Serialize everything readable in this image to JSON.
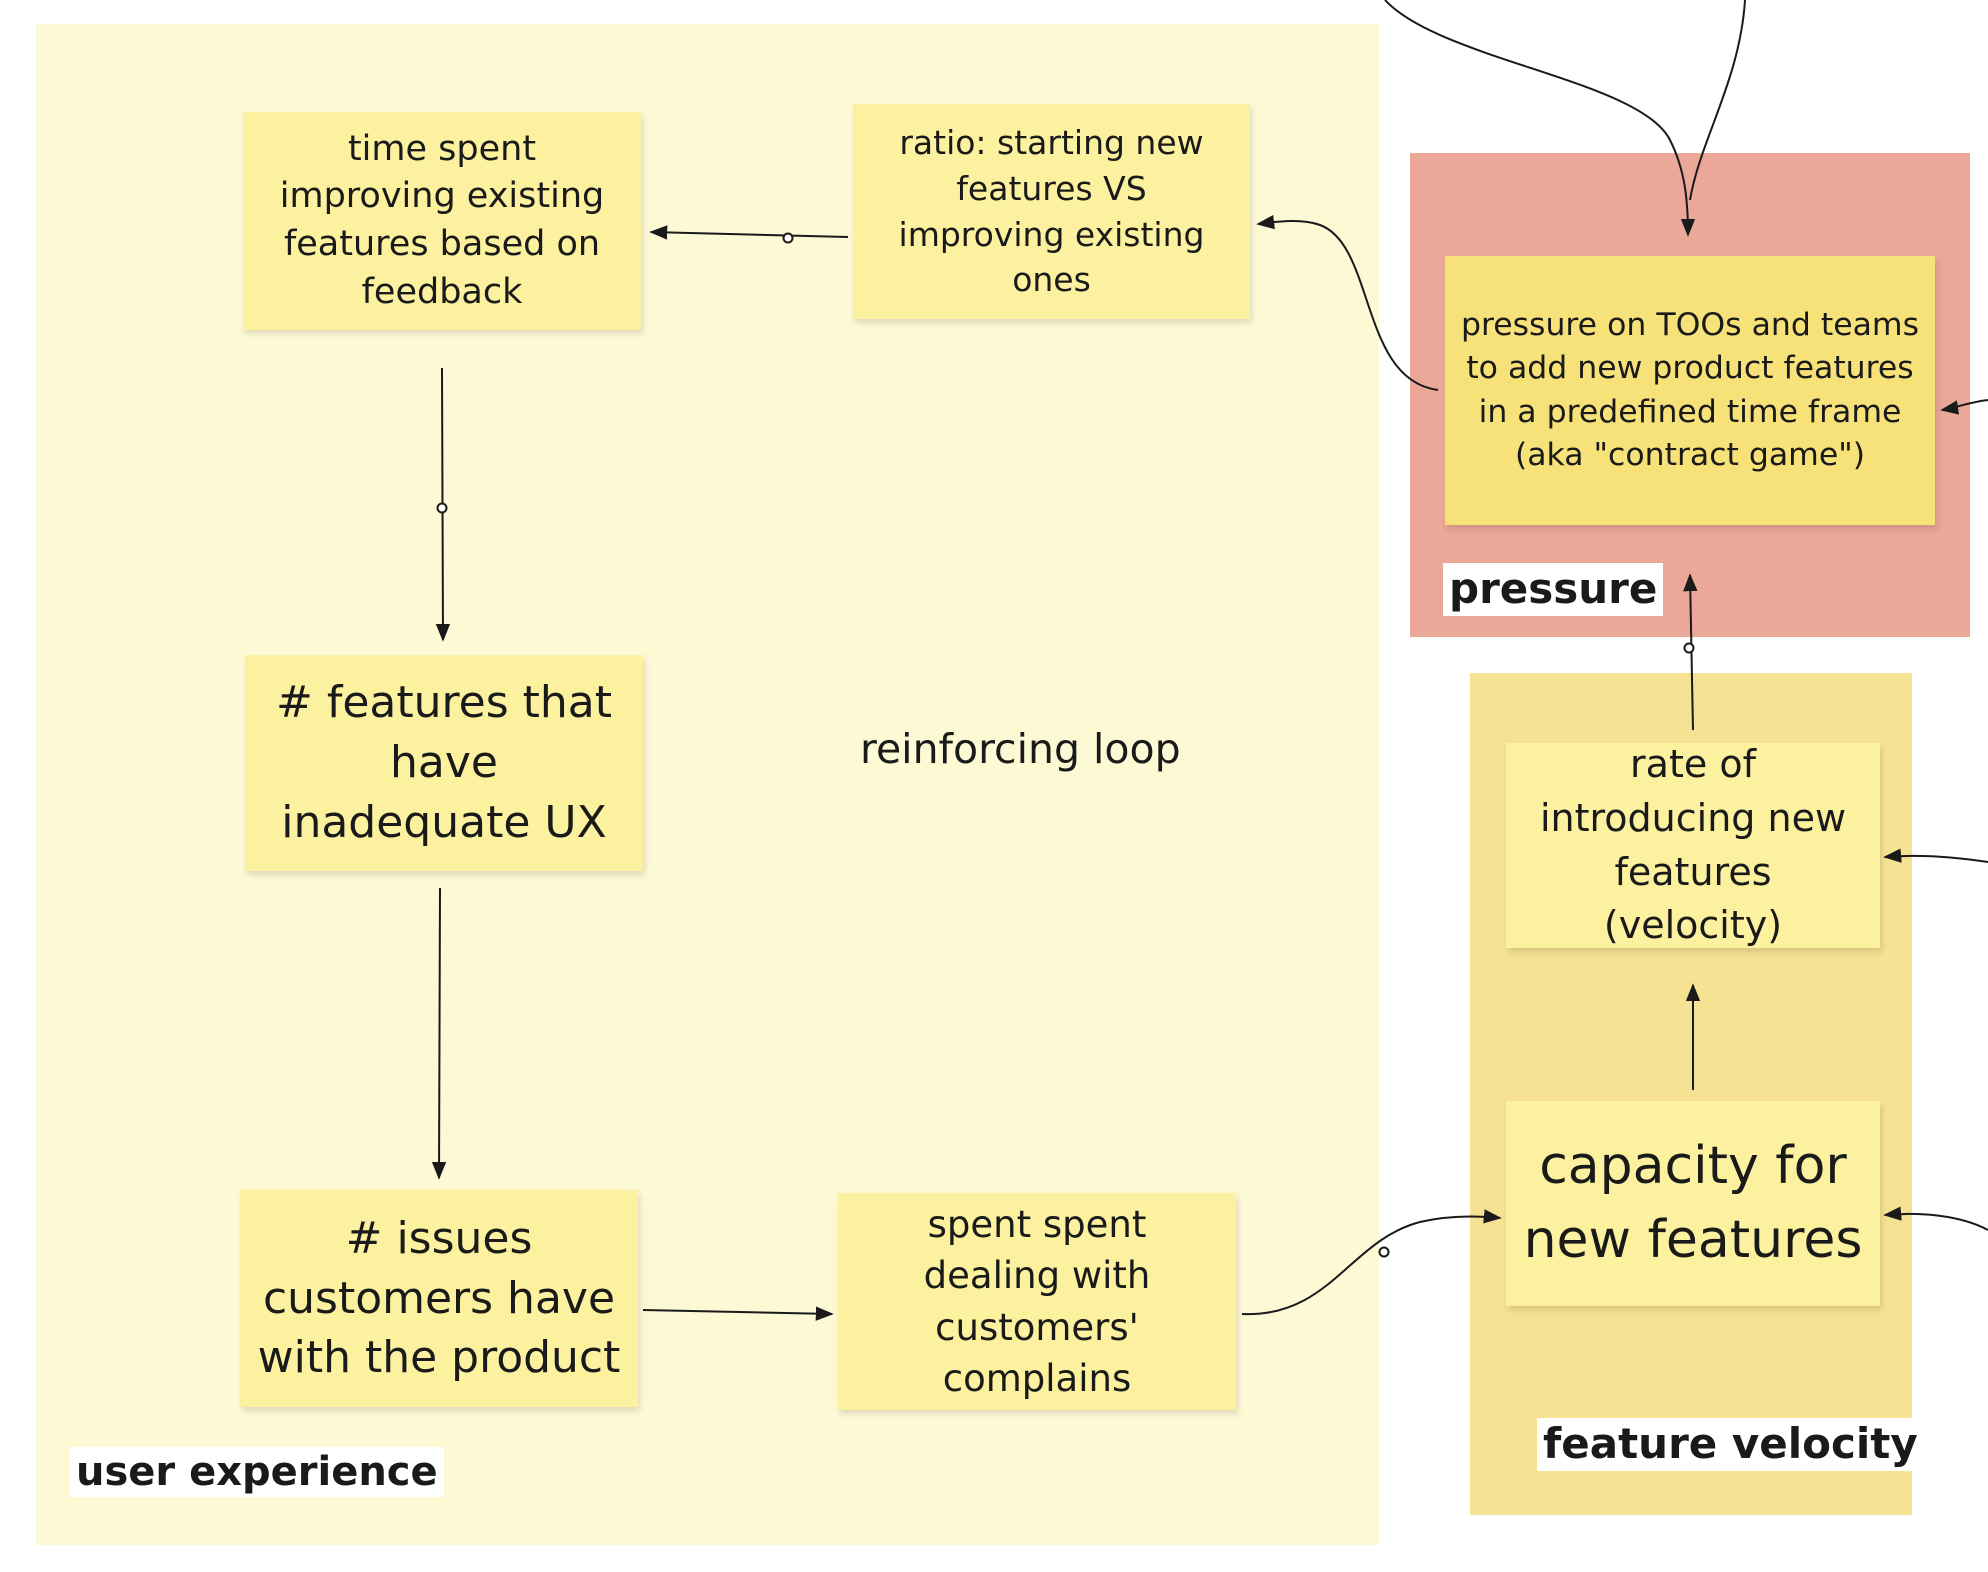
{
  "frames": {
    "user_experience": {
      "label": "user experience",
      "color": "#fdf9d5"
    },
    "pressure": {
      "label": "pressure",
      "color": "#eba798"
    },
    "feature_velocity": {
      "label": "feature velocity",
      "color": "#f6e293"
    }
  },
  "loop_label": "reinforcing loop",
  "notes": {
    "time_spent": "time spent improving existing features based on feedback",
    "ratio": "ratio: starting new features VS improving existing ones",
    "features_ux": "# features that have inadequate UX",
    "issues": "# issues customers have with the product",
    "spent_dealing": "spent spent dealing with customers' complains",
    "pressure_note": "pressure on TOOs and teams to add new product features in a predefined time frame (aka \"contract game\")",
    "rate": "rate of introducing new features (velocity)",
    "capacity": "capacity for new features"
  },
  "note_colors": {
    "light": "#fbf19e",
    "dark": "#f7e27a"
  },
  "edges": [
    {
      "name": "ratio-to-time-spent",
      "from": "ratio",
      "to": "time_spent",
      "polarity": "o"
    },
    {
      "name": "time-spent-to-features-ux",
      "from": "time_spent",
      "to": "features_ux",
      "polarity": "o"
    },
    {
      "name": "features-ux-to-issues",
      "from": "features_ux",
      "to": "issues",
      "polarity": ""
    },
    {
      "name": "issues-to-spent-dealing",
      "from": "issues",
      "to": "spent_dealing",
      "polarity": ""
    },
    {
      "name": "spent-dealing-to-capacity",
      "from": "spent_dealing",
      "to": "capacity",
      "polarity": "o"
    },
    {
      "name": "capacity-to-rate",
      "from": "capacity",
      "to": "rate",
      "polarity": ""
    },
    {
      "name": "rate-to-pressure",
      "from": "rate",
      "to": "pressure_note",
      "polarity": "o"
    },
    {
      "name": "pressure-to-ratio",
      "from": "pressure_note",
      "to": "ratio",
      "polarity": ""
    }
  ]
}
